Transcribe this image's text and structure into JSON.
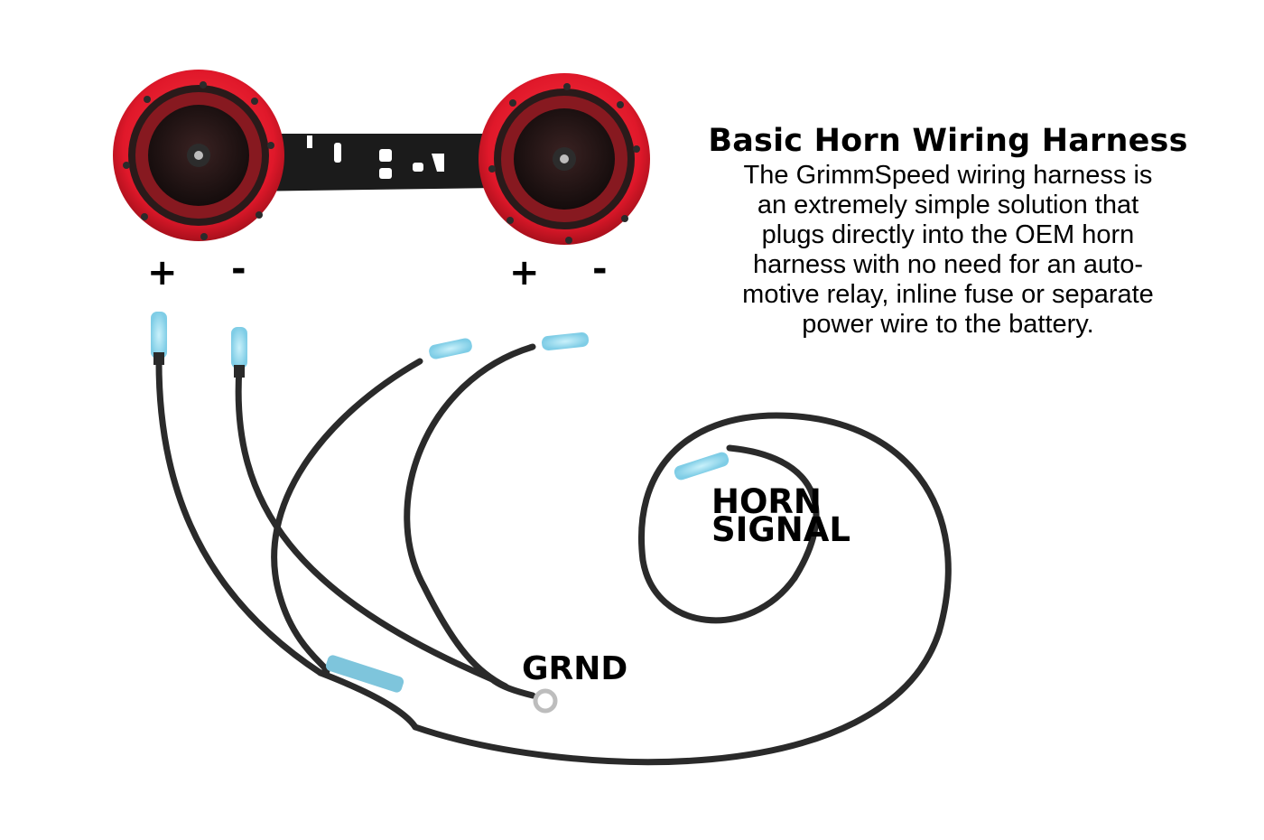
{
  "heading": {
    "title": "Basic Horn Wiring Harness",
    "description": "The GrimmSpeed wiring harness is an extremely simple solution that plugs directly into the OEM horn harness with no need for an auto-motive relay, inline fuse or separate power wire to the battery.",
    "description_lines": [
      "The GrimmSpeed wiring harness is",
      "an extremely simple solution that",
      "plugs directly into the OEM horn",
      "harness with no need for an auto-",
      "motive relay, inline fuse or separate",
      "power wire to the battery."
    ]
  },
  "terminals": {
    "left_positive": "+",
    "left_negative": "-",
    "right_positive": "+",
    "right_negative": "-"
  },
  "wire_labels": {
    "ground": "GRND",
    "horn_signal_line1": "HORN",
    "horn_signal_line2": "SIGNAL"
  },
  "colors": {
    "horn_red": "#e0182a",
    "bracket_black": "#1b1b1b",
    "wire_black": "#2a2a2a",
    "connector_blue": "#9fdcef"
  }
}
